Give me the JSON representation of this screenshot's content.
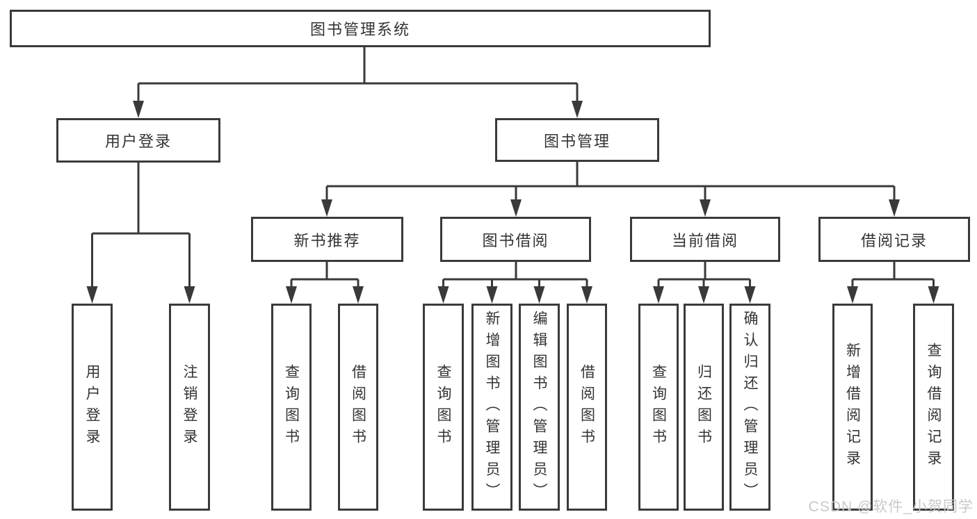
{
  "diagram": {
    "type": "tree-functional-structure",
    "colors": {
      "line": "#3a3a3a",
      "box_border": "#3a3a3a",
      "box_fill": "#ffffff",
      "text": "#333333",
      "watermark": "#c9c9c9",
      "background": "#ffffff"
    },
    "tree": {
      "label": "图书管理系统",
      "children": [
        {
          "label": "用户登录",
          "children": [
            {
              "label": "用户登录"
            },
            {
              "label": "注销登录"
            }
          ]
        },
        {
          "label": "图书管理",
          "children": [
            {
              "label": "新书推荐",
              "children": [
                {
                  "label": "查询图书"
                },
                {
                  "label": "借阅图书"
                }
              ]
            },
            {
              "label": "图书借阅",
              "children": [
                {
                  "label": "查询图书"
                },
                {
                  "label": "新增图书（管理员）"
                },
                {
                  "label": "编辑图书（管理员）"
                },
                {
                  "label": "借阅图书"
                }
              ]
            },
            {
              "label": "当前借阅",
              "children": [
                {
                  "label": "查询图书"
                },
                {
                  "label": "归还图书"
                },
                {
                  "label": "确认归还（管理员）"
                }
              ]
            },
            {
              "label": "借阅记录",
              "children": [
                {
                  "label": "新增借阅记录"
                },
                {
                  "label": "查询借阅记录"
                }
              ]
            }
          ]
        }
      ]
    },
    "watermark": {
      "text": "CSDN @软件_小贺同学"
    }
  }
}
